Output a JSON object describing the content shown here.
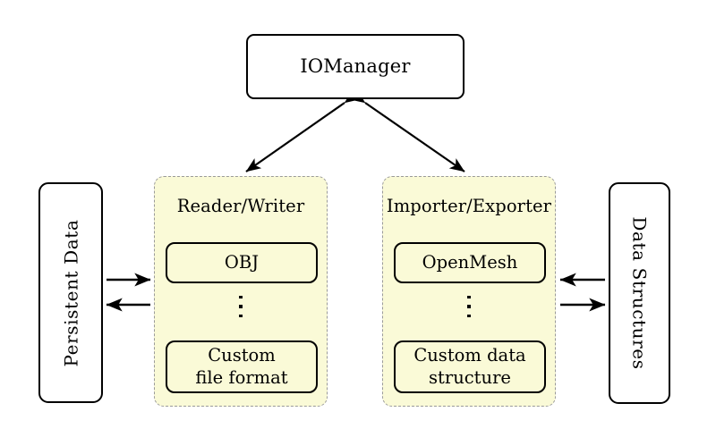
{
  "diagram": {
    "title_node": {
      "label": "IOManager"
    },
    "left_endpoint": {
      "label": "Persistent Data"
    },
    "right_endpoint": {
      "label": "Data Structures"
    },
    "groups": [
      {
        "name": "reader-writer",
        "title": "Reader/Writer",
        "top_item": "OBJ",
        "ellipsis": "⋮",
        "bottom_item_line1": "Custom",
        "bottom_item_line2": "file format"
      },
      {
        "name": "importer-exporter",
        "title": "Importer/Exporter",
        "top_item": "OpenMesh",
        "ellipsis": "⋮",
        "bottom_item_line1": "Custom data",
        "bottom_item_line2": "structure"
      }
    ],
    "connections": [
      {
        "name": "iomanager-to-reader-writer",
        "style": "double-headed-diagonal"
      },
      {
        "name": "iomanager-to-importer-exporter",
        "style": "double-headed-diagonal"
      },
      {
        "name": "persistent-data-to-reader-writer",
        "style": "single-arrow-right"
      },
      {
        "name": "reader-writer-to-persistent-data",
        "style": "single-arrow-left"
      },
      {
        "name": "data-structures-to-importer-exporter",
        "style": "single-arrow-left"
      },
      {
        "name": "importer-exporter-to-data-structures",
        "style": "single-arrow-right"
      }
    ],
    "colors": {
      "group_fill": "#FAFAD7",
      "group_border": "#9a9a9a",
      "node_border": "#000000",
      "background": "#ffffff"
    }
  }
}
